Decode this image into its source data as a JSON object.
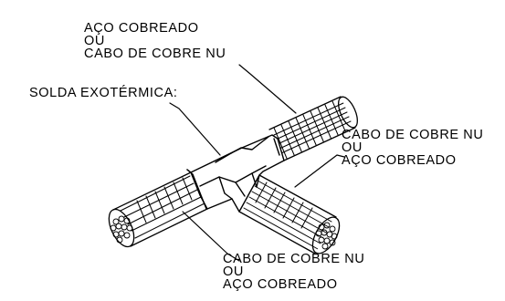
{
  "labels": {
    "top": {
      "line1": "AÇO COBREADO",
      "line2": "OU",
      "line3": "CABO DE COBRE NU"
    },
    "solda": "SOLDA EXOTÉRMICA:",
    "right": {
      "line1": "CABO DE COBRE NU",
      "line2": "OU",
      "line3": "AÇO COBREADO"
    },
    "bottom": {
      "line1": "CABO DE COBRE NU",
      "line2": "OU",
      "line3": "AÇO COBREADO"
    }
  },
  "colors": {
    "ink": "#000000",
    "background": "#ffffff"
  }
}
